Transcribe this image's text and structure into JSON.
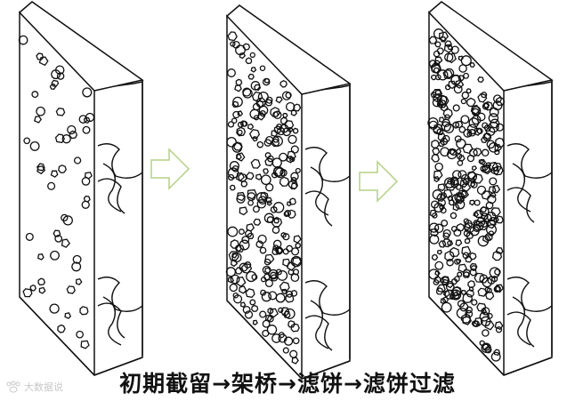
{
  "caption": "初期截留→架桥→滤饼→滤饼过滤",
  "watermark": {
    "text": "大数据说",
    "icon": "paw-logo-icon"
  },
  "panels": [
    {
      "stage": "initial-retention",
      "particle_count": 55
    },
    {
      "stage": "bridging",
      "particle_count": 240
    },
    {
      "stage": "filter-cake",
      "particle_count": 330
    }
  ],
  "arrows": [
    {
      "icon": "hollow-right-arrow-icon",
      "color": "#c6d9a0"
    },
    {
      "icon": "hollow-right-arrow-icon",
      "color": "#c6d9a0"
    }
  ],
  "colors": {
    "line": "#111111",
    "arrow_stroke": "#b5cf87",
    "watermark": "#c8c8c8"
  }
}
